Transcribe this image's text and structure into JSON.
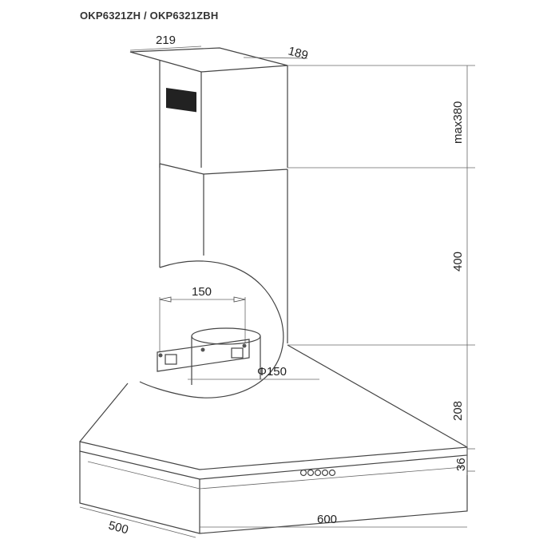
{
  "title": "OKP6321ZH  / OKP6321ZBH",
  "dimensions": {
    "top_width": "219",
    "top_depth": "189",
    "upper_chimney_height": "max380",
    "lower_chimney_height": "400",
    "hood_slope_height": "208",
    "hood_front_height": "36",
    "width": "600",
    "depth": "500",
    "bracket_width": "150",
    "duct_diameter": "Φ150"
  }
}
